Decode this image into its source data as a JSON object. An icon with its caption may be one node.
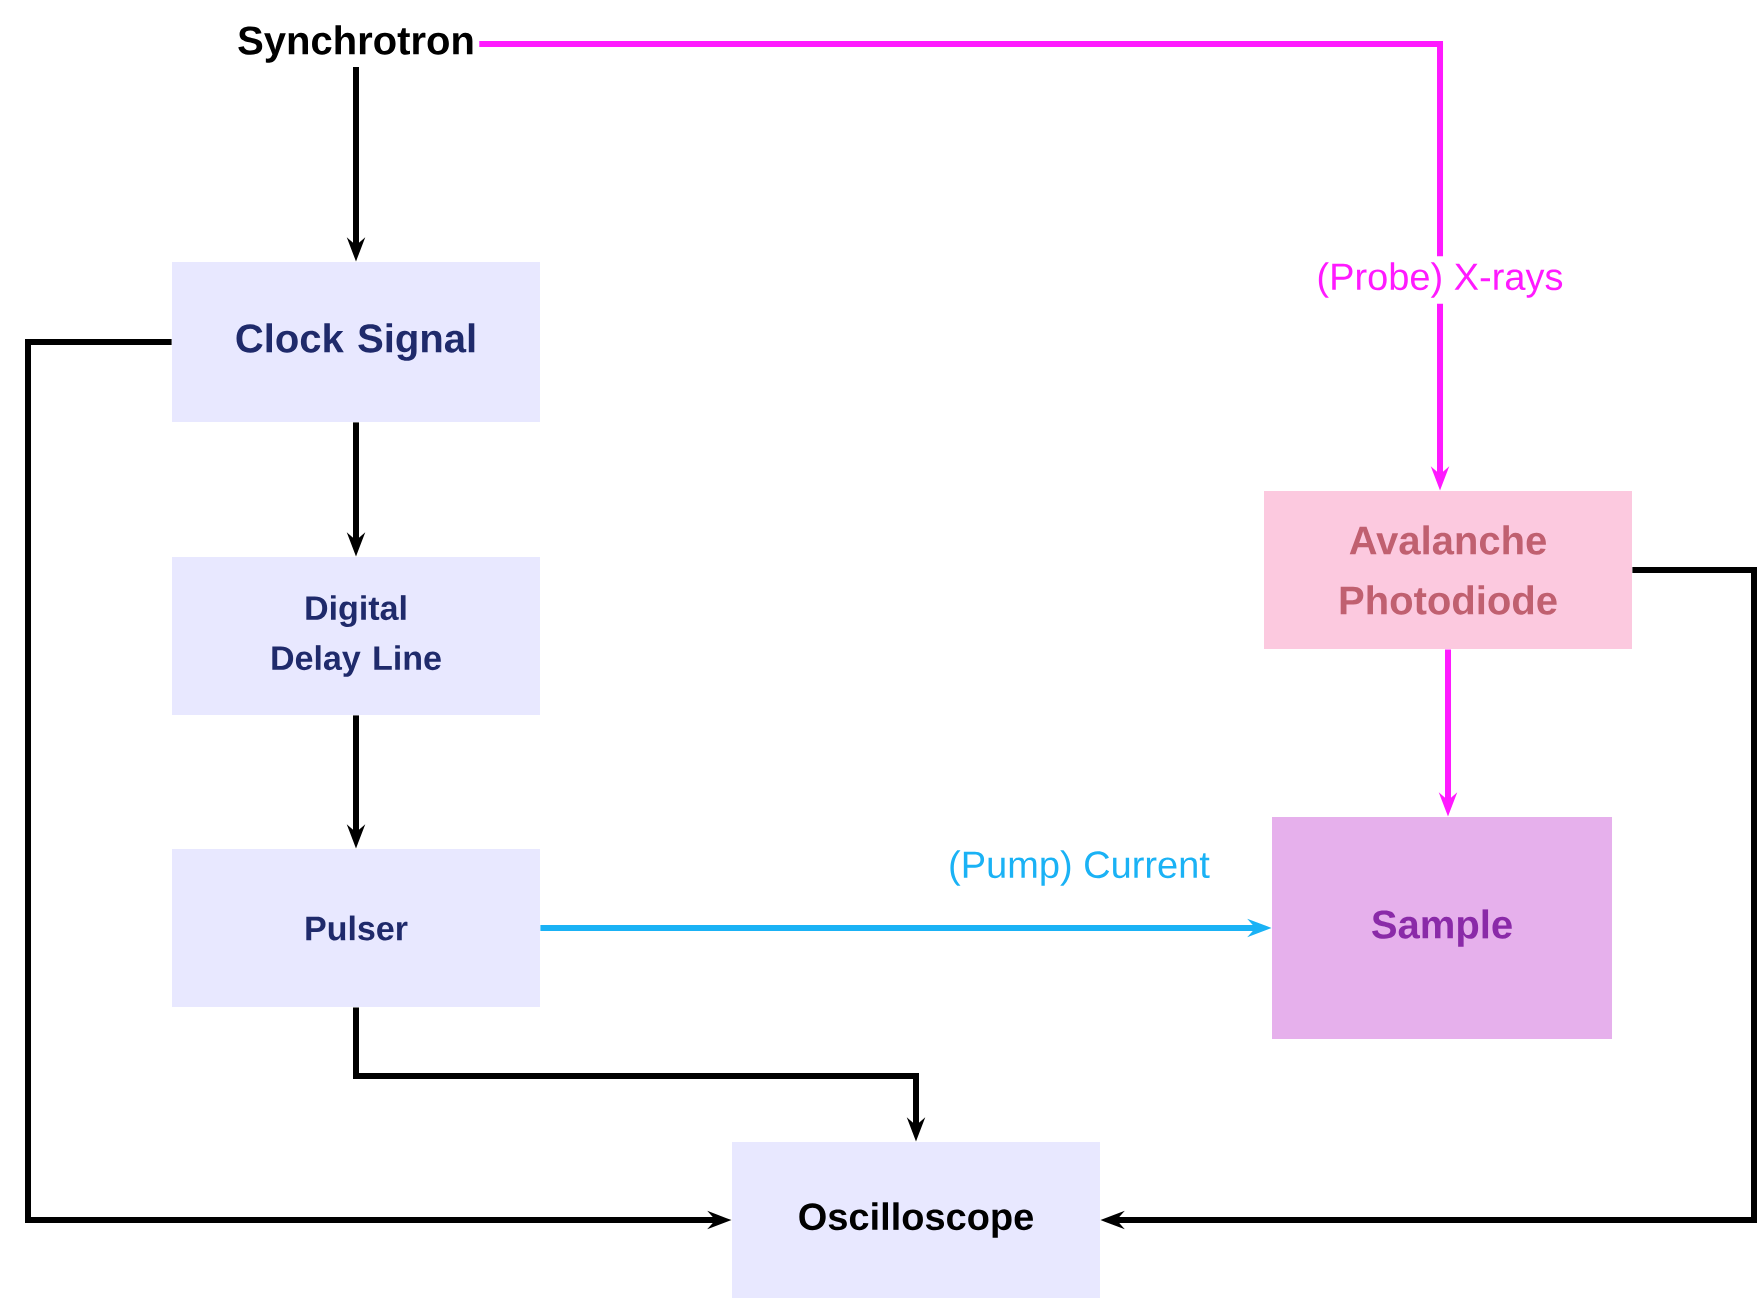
{
  "diagram": {
    "nodes": [
      {
        "text": [
          "Synchrotron"
        ]
      },
      {
        "text": [
          "Clock Signal"
        ]
      },
      {
        "text": [
          "Digital Delay Line"
        ]
      },
      {
        "text": [
          "Pulser"
        ]
      },
      {
        "text": [
          "Avalanche Photodiode"
        ]
      },
      {
        "text": [
          "Sample"
        ]
      },
      {
        "text": [
          "Oscilloscope"
        ]
      }
    ],
    "edges": [
      {
        "from": 0,
        "to": 1,
        "arrow": "to"
      },
      {
        "from": 1,
        "to": 2,
        "arrow": "to"
      },
      {
        "from": 2,
        "to": 3,
        "arrow": "to"
      },
      {
        "from": 0,
        "to": 4,
        "arrow": "to",
        "label": "(Probe) X-rays",
        "color": "#ff1aff"
      },
      {
        "from": 4,
        "to": 5,
        "arrow": "to",
        "color": "#ff1aff"
      },
      {
        "from": 3,
        "to": 5,
        "arrow": "to",
        "label": "(Pump) Current",
        "color": "#1ab2f5"
      },
      {
        "from": 3,
        "to": 6,
        "arrow": "to"
      },
      {
        "from": 1,
        "to": 6,
        "arrow": "to"
      },
      {
        "from": 4,
        "to": 6,
        "arrow": "to"
      }
    ]
  }
}
